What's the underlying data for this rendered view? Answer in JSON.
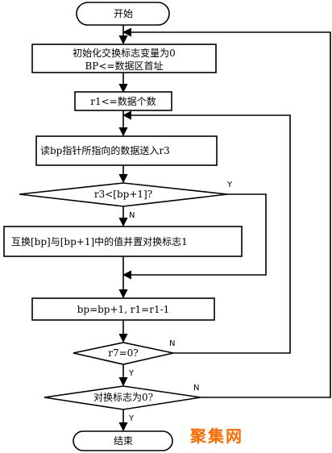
{
  "flowchart": {
    "start": "开始",
    "init_line1": "初始化交换标志变量为0",
    "init_line2": "BP<=数据区首址",
    "set_r1": "r1<=数据个数",
    "read": "读bp指针所指向的数据送入r3",
    "compare": "r3<[bp+1]?",
    "swap": "互换[bp]与[bp+1]中的值并置对换标志1",
    "update": "bp=bp+1, r1=r1-1",
    "check_r": "r7=0?",
    "check_flag": "对换标志为0?",
    "end": "结束"
  },
  "labels": {
    "compare_yes": "Y",
    "compare_no": "N",
    "check_r_no": "N",
    "check_r_yes": "Y",
    "check_flag_no": "N",
    "check_flag_yes": "Y"
  },
  "watermark": "聚集网"
}
